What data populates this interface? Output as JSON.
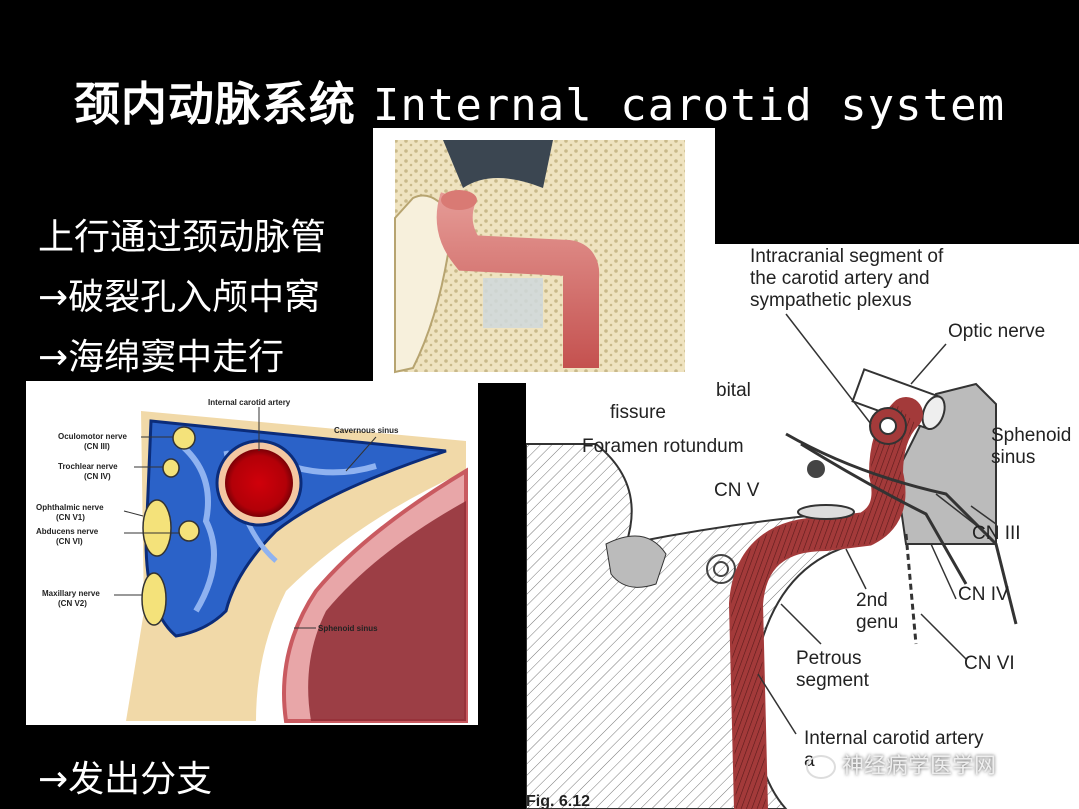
{
  "slide": {
    "title_cn": "颈内动脉系统",
    "title_en": "Internal carotid system",
    "bullets": [
      "上行通过颈动脉管",
      "→破裂孔入颅中窝",
      "→海绵窦中走行",
      "→发出分支"
    ]
  },
  "sinus_figure": {
    "labels": {
      "ica": "Internal carotid artery",
      "cavernous": "Cavernous sinus",
      "oculomotor": "Oculomotor nerve",
      "cn3": "(CN III)",
      "trochlear": "Trochlear nerve",
      "cn4": "(CN IV)",
      "ophthalmic": "Ophthalmic nerve",
      "cnv1": "(CN V1)",
      "abducens": "Abducens nerve",
      "cn6": "(CN VI)",
      "maxillary": "Maxillary nerve",
      "cnv2": "(CN V2)",
      "sphenoid": "Sphenoid sinus"
    }
  },
  "line_figure": {
    "labels": {
      "intracranial1": "Intracranial segment of",
      "intracranial2": "the carotid artery and",
      "intracranial3": "sympathetic plexus",
      "optic": "Optic nerve",
      "orbital": "bital",
      "fissure": "fissure",
      "rotundum": "Foramen rotundum",
      "sphenoid1": "Sphenoid",
      "sphenoid2": "sinus",
      "cnv": "CN V",
      "cn3": "CN III",
      "cn4": "CN IV",
      "cn6": "CN VI",
      "genu1": "2nd",
      "genu2": "genu",
      "petrous1": "Petrous",
      "petrous2": "segment",
      "ica1": "Internal carotid artery",
      "ica2": "a",
      "fig": "Fig. 6.12"
    }
  },
  "watermark": "神经病学医学网"
}
